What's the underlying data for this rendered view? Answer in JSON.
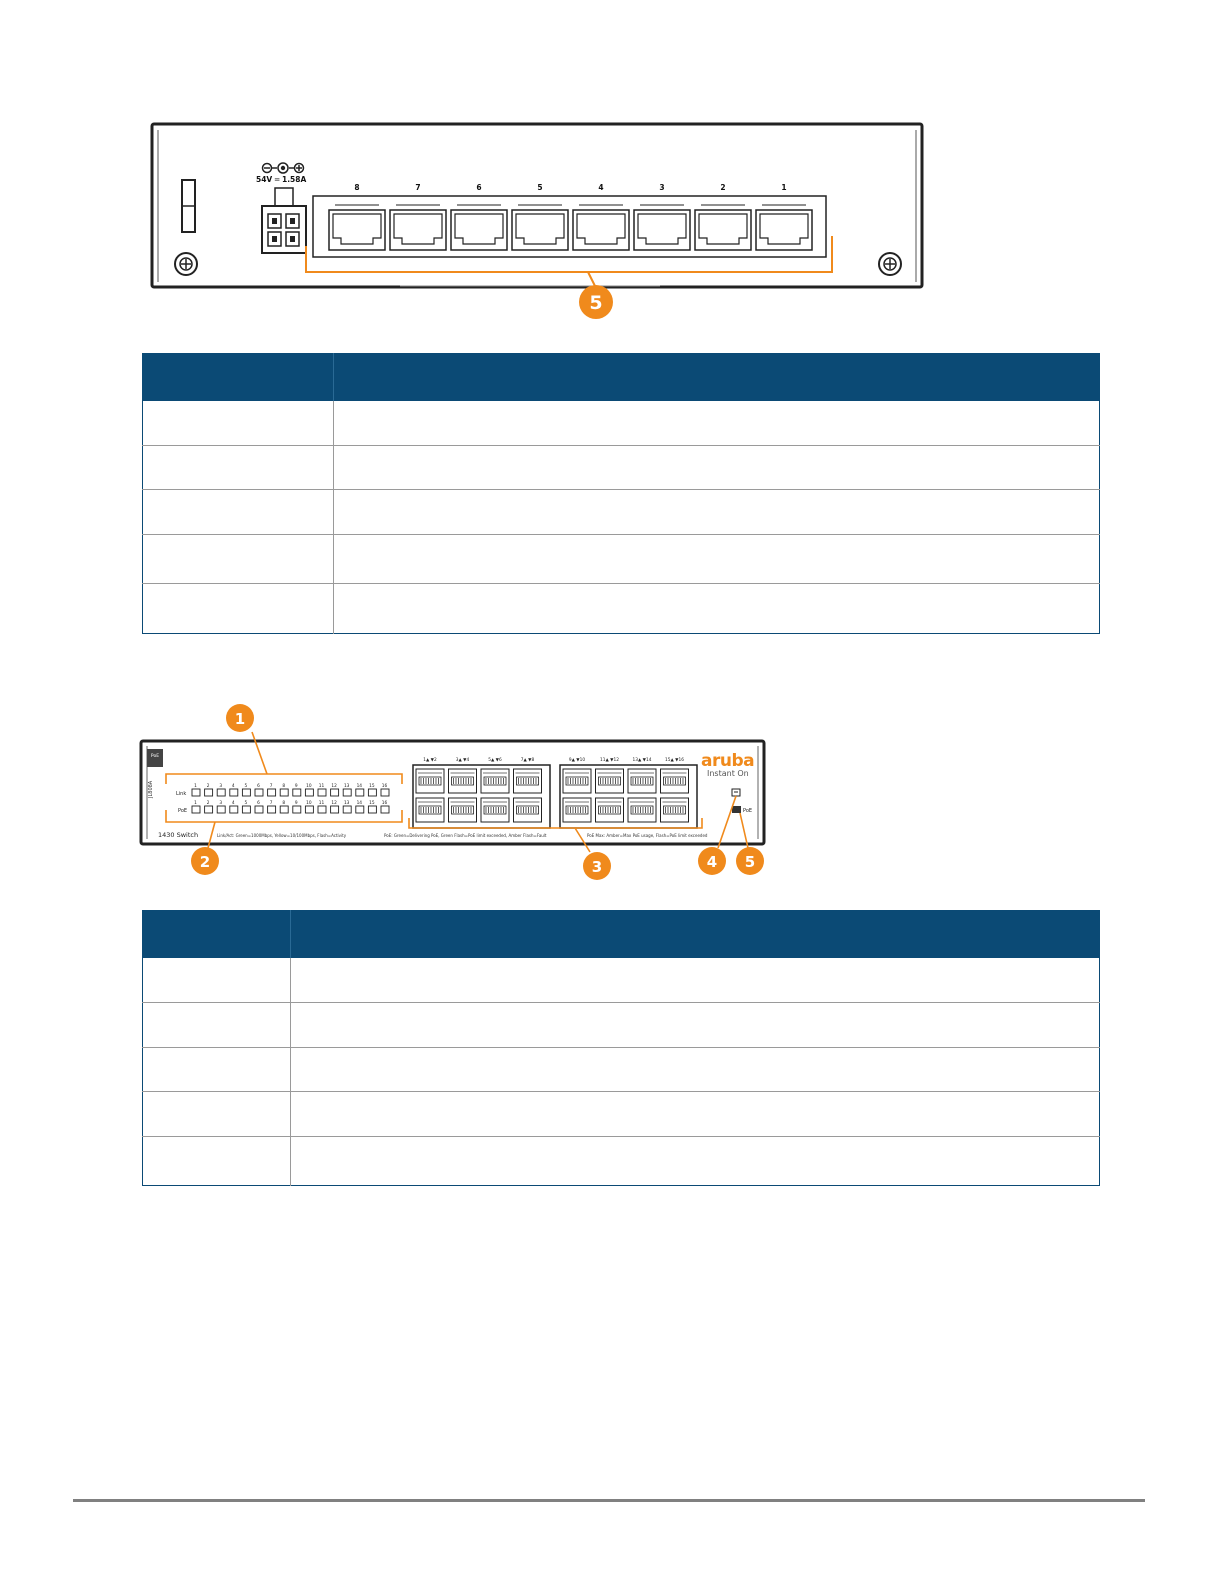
{
  "figure1": {
    "power_rating": "54V ═ 1.58A",
    "port_numbers": [
      "8",
      "7",
      "6",
      "5",
      "4",
      "3",
      "2",
      "1"
    ],
    "callout": "5"
  },
  "table1": {
    "header": [
      "",
      ""
    ],
    "row_count": 5
  },
  "figure2": {
    "model_label": "1430 Switch",
    "brand": "aruba",
    "brand_sub": "Instant On",
    "vertical_label": "JL808A",
    "badge": "PoE",
    "led_row_link": "Link",
    "led_row_poe": "PoE",
    "led_numbers": [
      "1",
      "2",
      "3",
      "4",
      "5",
      "6",
      "7",
      "8",
      "9",
      "10",
      "11",
      "12",
      "13",
      "14",
      "15",
      "16"
    ],
    "port_top_labels": [
      "1▲ ▼2",
      "3▲ ▼4",
      "5▲ ▼6",
      "7▲ ▼8",
      "9▲ ▼10",
      "11▲ ▼12",
      "13▲ ▼14",
      "15▲ ▼16"
    ],
    "legend_link": "Link/Act: Green=1000Mbps, Yellow=10/100Mbps, Flash=Activity",
    "legend_poe": "PoE: Green=Delivering PoE, Green Flash=PoE limit exceeded, Amber Flash=Fault",
    "legend_poemax": "PoE Max: Amber=Max PoE usage, Flash=PoE limit exceeded",
    "poe_led_label": "PoE",
    "callouts": [
      "1",
      "2",
      "3",
      "4",
      "5"
    ]
  },
  "table2": {
    "header": [
      "",
      ""
    ],
    "row_count": 5
  },
  "colors": {
    "callout": "#f08a1c",
    "table_header": "#0b4a75",
    "rule": "#808080"
  }
}
